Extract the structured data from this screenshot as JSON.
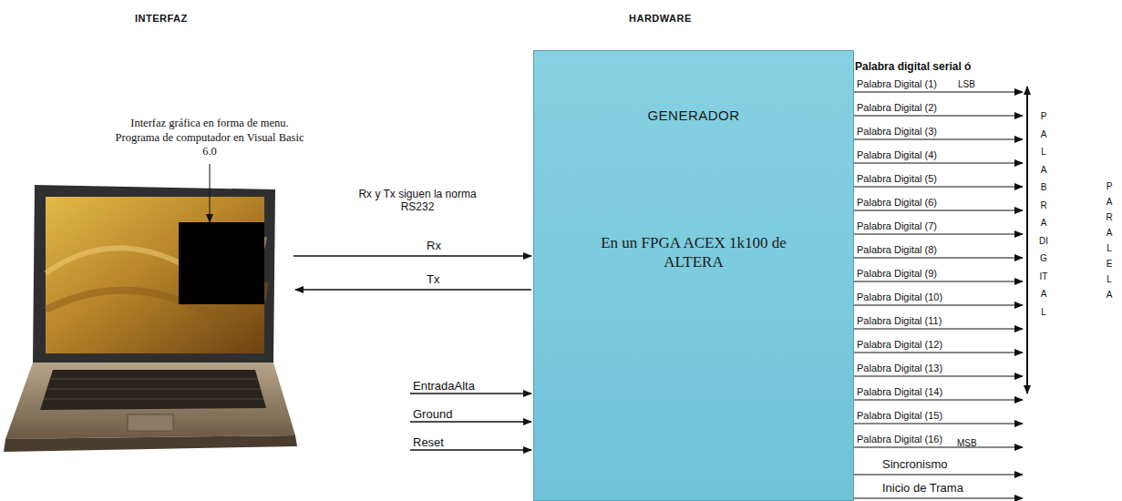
{
  "diagram": {
    "nodes": [
      {
        "text": [
          "GENERADOR",
          "En un FPGA ACEX 1k100 de ALTERA"
        ]
      }
    ],
    "labels": [
      "INTERFAZ",
      "HARDWARE",
      "Interfaz gráfica en forma de menu. Programa de computador en Visual Basic 6.0",
      "Rx y Tx siguen la norma RS232",
      "Rx",
      "Tx",
      "EntradaAlta",
      "Ground",
      "Reset",
      "Palabra digital serial ó",
      "Palabra Digital (1)",
      "Palabra Digital (2)",
      "Palabra Digital (3)",
      "Palabra Digital (4)",
      "Palabra Digital (5)",
      "Palabra Digital (6)",
      "Palabra Digital (7)",
      "Palabra Digital (8)",
      "Palabra Digital (9)",
      "Palabra Digital (10)",
      "Palabra Digital (11)",
      "Palabra Digital (12)",
      "Palabra Digital (13)",
      "Palabra Digital (14)",
      "Palabra Digital (15)",
      "Palabra Digital (16)",
      "LSB",
      "MSB",
      "PALABRA DIGITAL",
      "PARALELA",
      "Sincronismo",
      "Inicio de Trama"
    ]
  }
}
